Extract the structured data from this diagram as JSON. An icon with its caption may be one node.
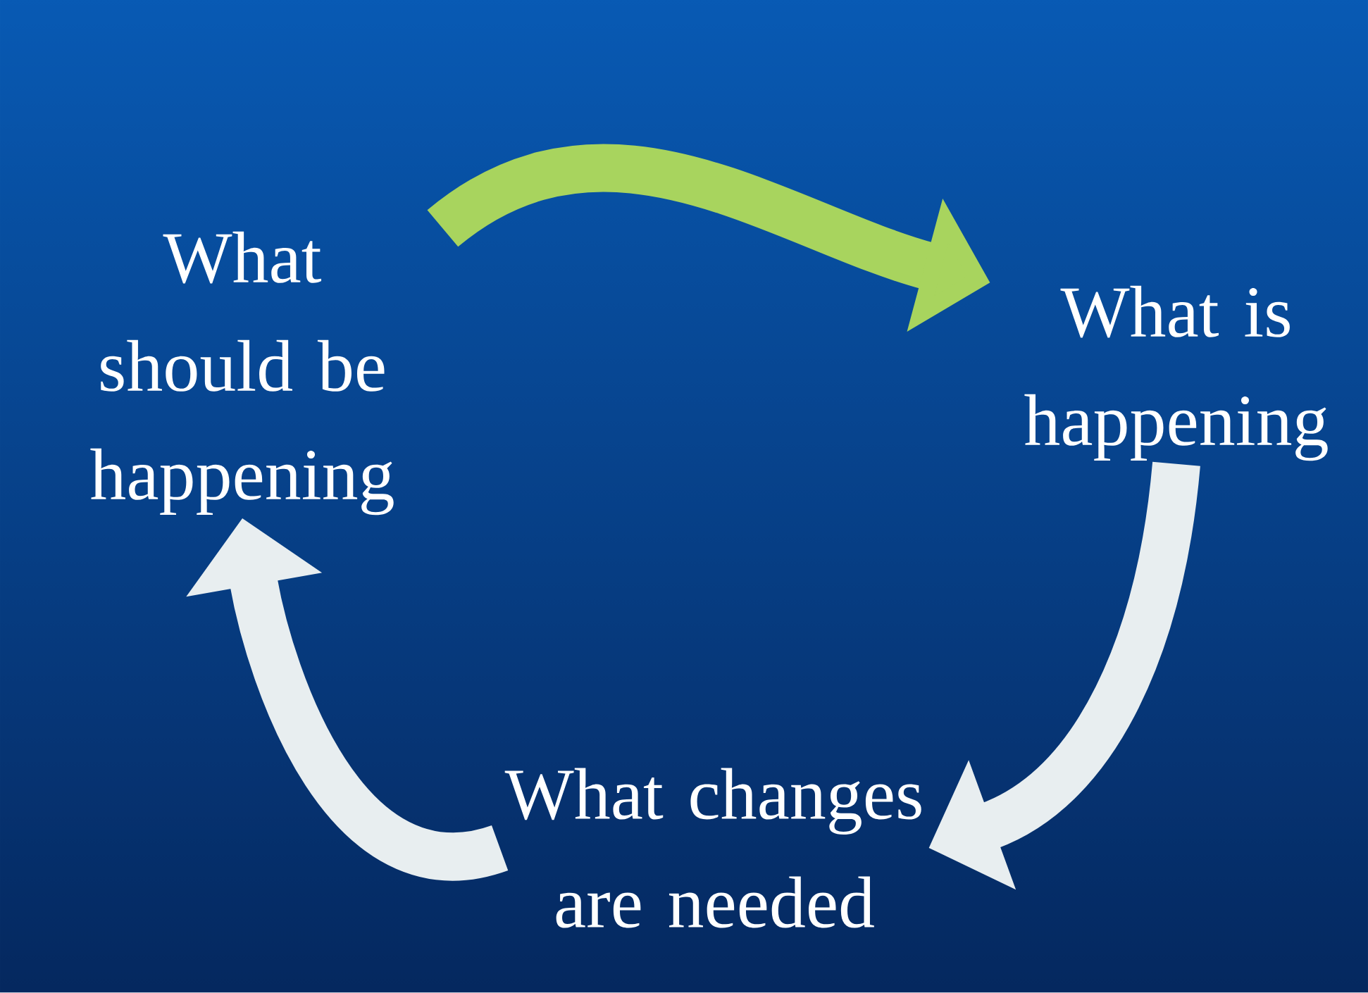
{
  "diagram": {
    "nodes": [
      {
        "text": [
          "What should be happening"
        ]
      },
      {
        "text": [
          "What is happening"
        ]
      },
      {
        "text": [
          "What changes are needed"
        ]
      }
    ],
    "edges": [
      {
        "from": 0,
        "to": 1,
        "arrow": "to",
        "color": "#a8d45e"
      },
      {
        "from": 1,
        "to": 2,
        "arrow": "to"
      },
      {
        "from": 2,
        "to": 0,
        "arrow": "to"
      }
    ]
  }
}
